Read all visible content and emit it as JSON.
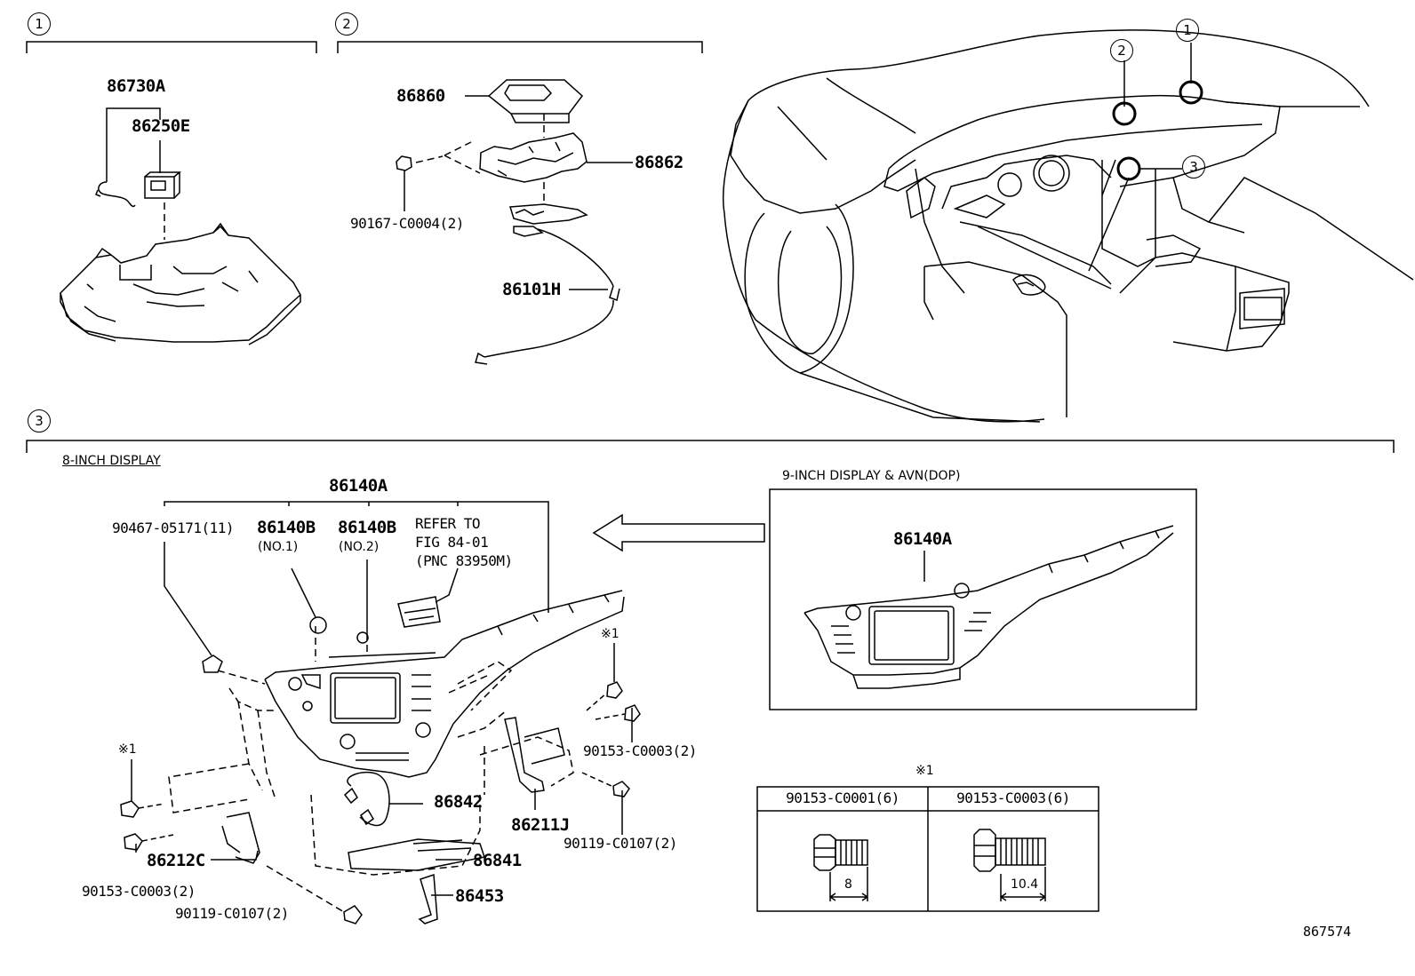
{
  "sections": {
    "s1": {
      "marker": "1",
      "parts": {
        "p86730A": "86730A",
        "p86250E": "86250E"
      }
    },
    "s2": {
      "marker": "2",
      "parts": {
        "p86860": "86860",
        "p86862": "86862",
        "p90167": "90167-C0004(2)",
        "p86101H": "86101H"
      }
    },
    "s3": {
      "marker": "3",
      "eight_inch": {
        "heading": "8-INCH DISPLAY",
        "parts": {
          "p86140A": "86140A",
          "p90467": "90467-05171(11)",
          "p86140B_1": "86140B",
          "no1": "(NO.1)",
          "p86140B_2": "86140B",
          "no2": "(NO.2)",
          "refer_line1": "REFER TO",
          "refer_line2": "FIG 84-01",
          "refer_line3": "(PNC 83950M)",
          "star_left": "※1",
          "star_right": "※1",
          "p90153_right": "90153-C0003(2)",
          "p86842": "86842",
          "p86211J": "86211J",
          "p90119_right": "90119-C0107(2)",
          "p86212C": "86212C",
          "p86841": "86841",
          "p90153_left": "90153-C0003(2)",
          "p90119_bottom": "90119-C0107(2)",
          "p86453": "86453"
        }
      },
      "nine_inch": {
        "heading": "9-INCH DISPLAY & AVN(DOP)",
        "part": "86140A"
      }
    }
  },
  "car_view": {
    "markers": [
      "2",
      "1",
      "3"
    ]
  },
  "bolt_table": {
    "note": "※1",
    "columns": [
      {
        "header": "90153-C0001(6)",
        "dimension": "8"
      },
      {
        "header": "90153-C0003(6)",
        "dimension": "10.4"
      }
    ]
  },
  "figure_id": "867574"
}
